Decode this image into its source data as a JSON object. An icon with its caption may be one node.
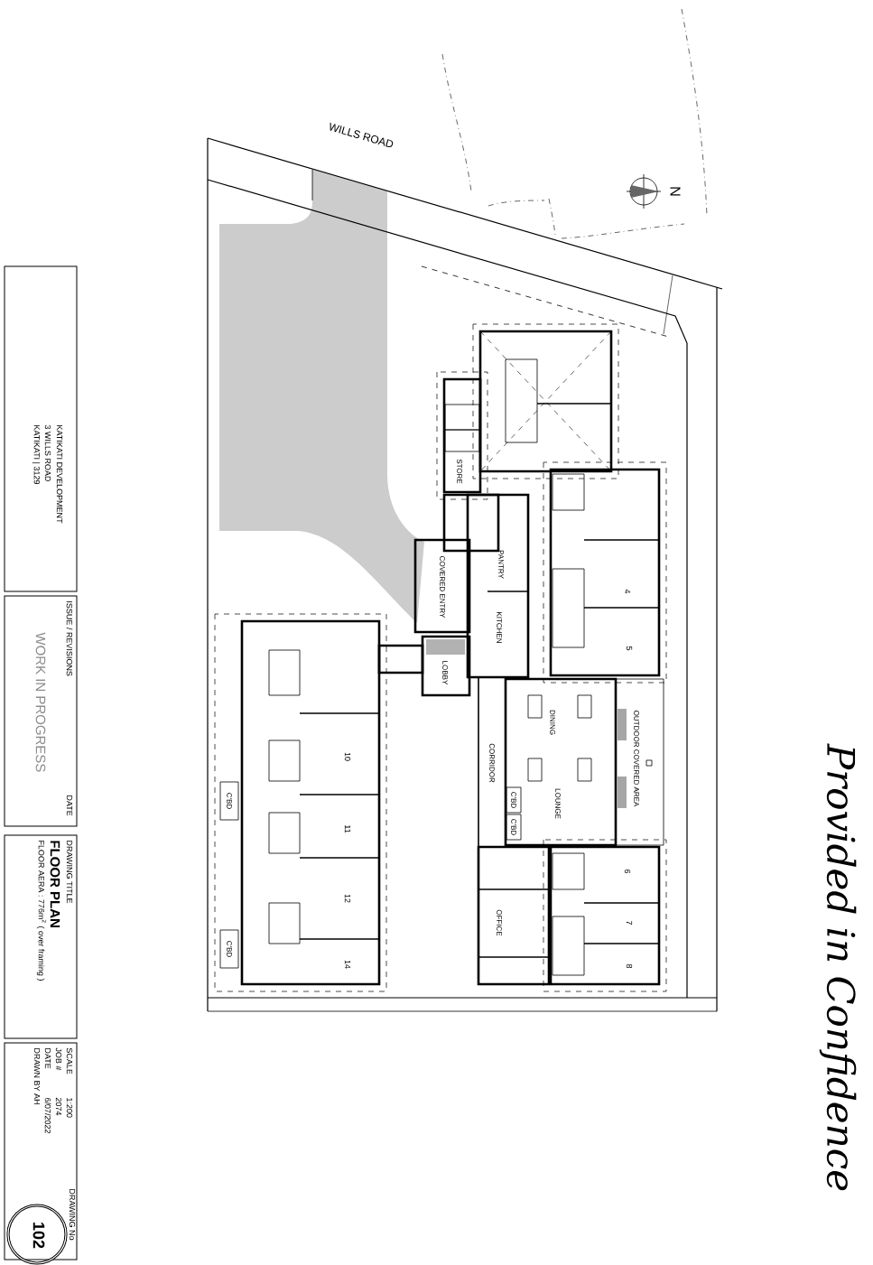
{
  "diagram": {
    "nodes": [
      {
        "text": [
          "KATIKATI DEVELOPMENT",
          "3 WILLS ROAD",
          "KATIKATI | 3129"
        ]
      },
      {
        "text": [
          "ISSUE / REVISIONS",
          "WORK IN PROGRESS",
          "DATE"
        ]
      },
      {
        "text": [
          "DRAWING TITLE",
          "FLOOR PLAN",
          "FLOOR AERA : 776m$^{2}$ ( over framing )"
        ]
      },
      {
        "text": [
          "SCALE",
          "1:200",
          "JOB #",
          "2074",
          "DATE",
          "6/07/2022",
          "DRAWN BY AH"
        ]
      },
      {
        "text": [
          "DRAWING No",
          "102"
        ],
        "in": 3
      }
    ],
    "labels": [
      "WILLS ROAD",
      "N",
      "4",
      "5",
      "6",
      "7",
      "8",
      "10",
      "11",
      "12",
      "14",
      "DINING",
      "LOUNGE",
      "CORRIDOR",
      "C'BD",
      "C'BD",
      "OUTDOOR COVERED AREA",
      "COVERED ENTRY",
      "LOBBY",
      "STORE",
      "PANTRY",
      "KITCHEN",
      "OFFICE",
      "C'BD",
      "C'BD",
      "Provided in Confidence"
    ]
  }
}
